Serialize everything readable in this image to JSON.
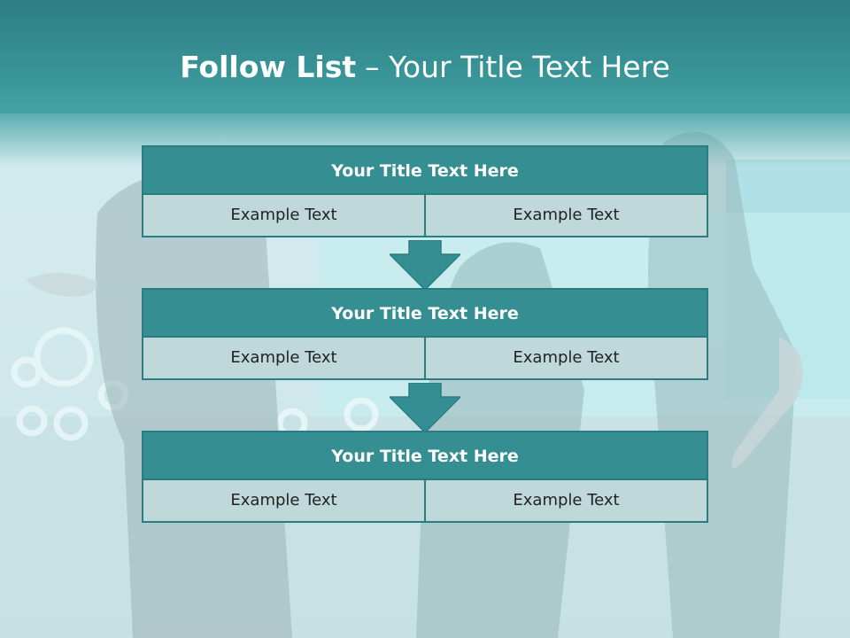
{
  "slide": {
    "title_bold": "Follow List",
    "title_rest": "– Your Title Text Here",
    "colors": {
      "header": "#358f92",
      "cell": "#bfd8d9",
      "border": "#2b7c7f"
    },
    "blocks": [
      {
        "title": "Your Title Text Here",
        "left": "Example Text",
        "right": "Example Text"
      },
      {
        "title": "Your Title Text Here",
        "left": "Example Text",
        "right": "Example Text"
      },
      {
        "title": "Your Title Text Here",
        "left": "Example Text",
        "right": "Example Text"
      }
    ],
    "arrow_icons": [
      "arrow-down-icon",
      "arrow-down-icon"
    ]
  }
}
